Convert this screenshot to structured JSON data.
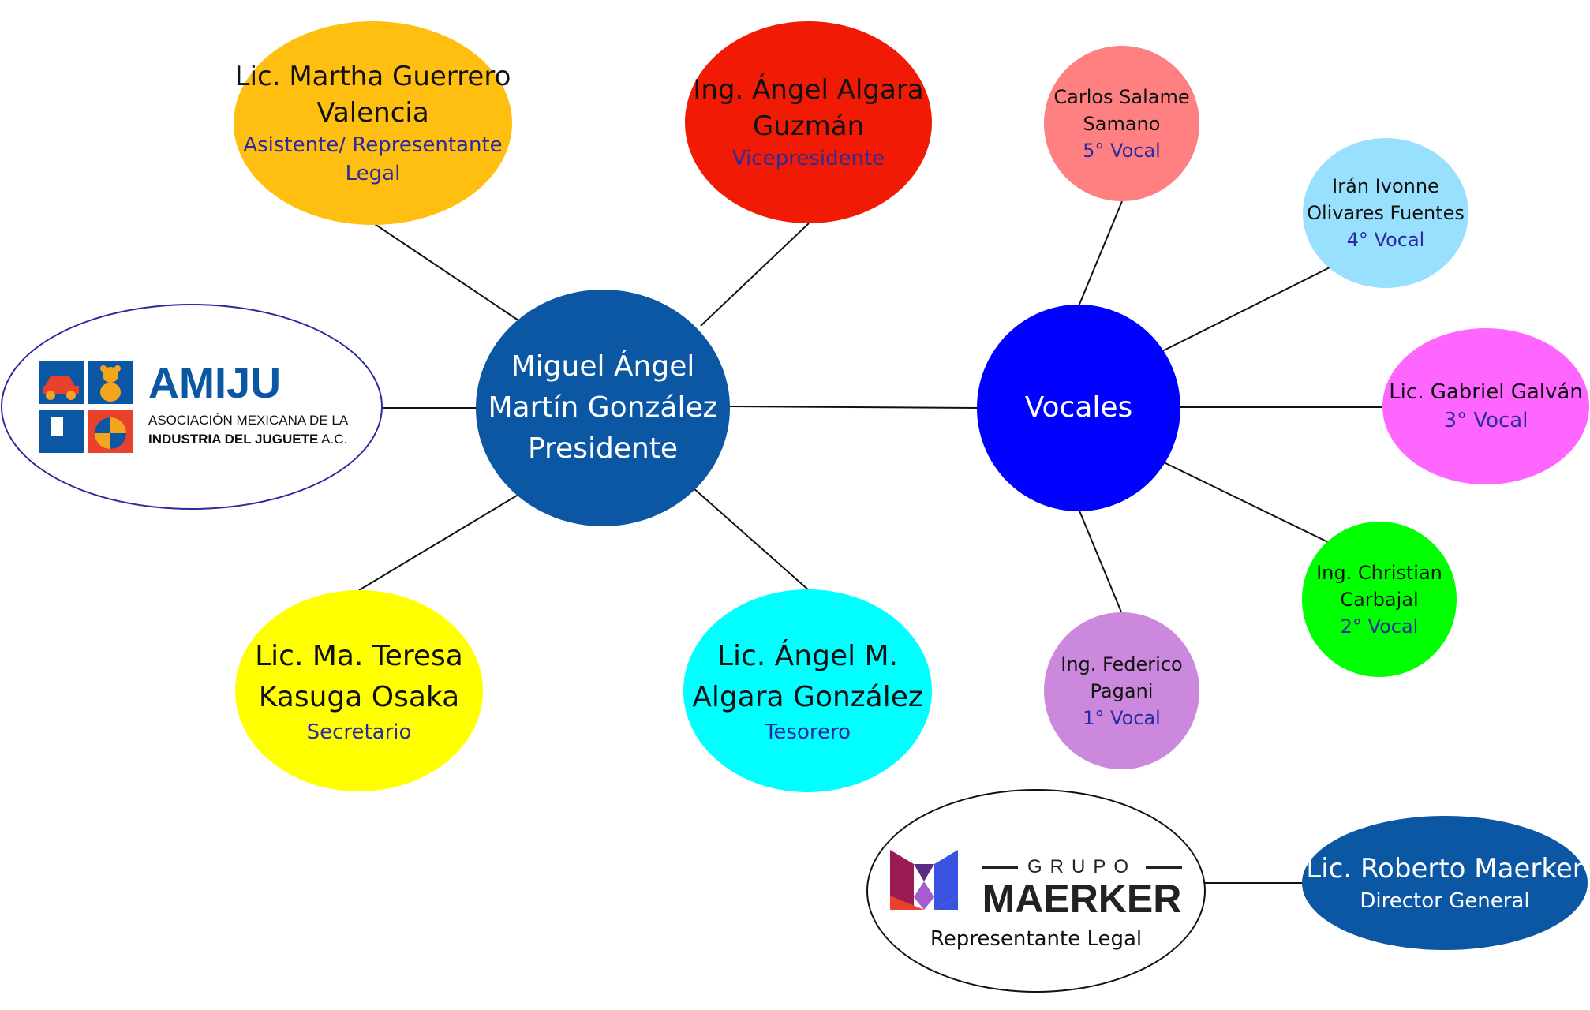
{
  "colors": {
    "president": "#0b57a4",
    "vocales": "#0000ff",
    "asistente": "#ffbf10",
    "vicepresidente": "#f01a05",
    "secretario": "#ffff00",
    "tesorero": "#00ffff",
    "vocal5": "#ff8080",
    "vocal4": "#99e0ff",
    "vocal3": "#ff66ff",
    "vocal2": "#00ff00",
    "vocal1": "#cc88dd",
    "director": "#0b57a4",
    "amiju_blue": "#0b57a4",
    "amiju_red": "#e8412c",
    "amiju_orange": "#f5a51c",
    "maerker_dark": "#222222"
  },
  "president": {
    "line1": "Miguel Ángel",
    "line2": "Martín González",
    "line3": "Presidente"
  },
  "vocales": {
    "label": "Vocales"
  },
  "asistente": {
    "line1": "Lic. Martha Guerrero",
    "line2": "Valencia",
    "role1": "Asistente/ Representante",
    "role2": "Legal"
  },
  "vicepresidente": {
    "line1": "Ing. Ángel Algara",
    "line2": "Guzmán",
    "role": "Vicepresidente"
  },
  "secretario": {
    "line1": "Lic. Ma. Teresa",
    "line2": "Kasuga Osaka",
    "role": "Secretario"
  },
  "tesorero": {
    "line1": "Lic. Ángel M.",
    "line2": "Algara González",
    "role": "Tesorero"
  },
  "vocal5": {
    "line1": "Carlos Salame",
    "line2": "Samano",
    "role": "5° Vocal"
  },
  "vocal4": {
    "line1": "Irán Ivonne",
    "line2": "Olivares Fuentes",
    "role": "4° Vocal"
  },
  "vocal3": {
    "line1": "Lic. Gabriel Galván",
    "role": "3° Vocal"
  },
  "vocal2": {
    "line1": "Ing. Christian",
    "line2": "Carbajal",
    "role": "2° Vocal"
  },
  "vocal1": {
    "line1": "Ing. Federico",
    "line2": "Pagani",
    "role": "1° Vocal"
  },
  "amiju": {
    "name": "AMIJU",
    "sub1": "ASOCIACIÓN MEXICANA DE LA",
    "sub2": "INDUSTRIA DEL JUGUETE",
    "sub2_suffix": " A.C."
  },
  "maerker": {
    "top": "GRUPO",
    "name": "MAERKER",
    "caption": "Representante Legal"
  },
  "director": {
    "line1": "Lic. Roberto Maerker",
    "line2": "Director General"
  }
}
